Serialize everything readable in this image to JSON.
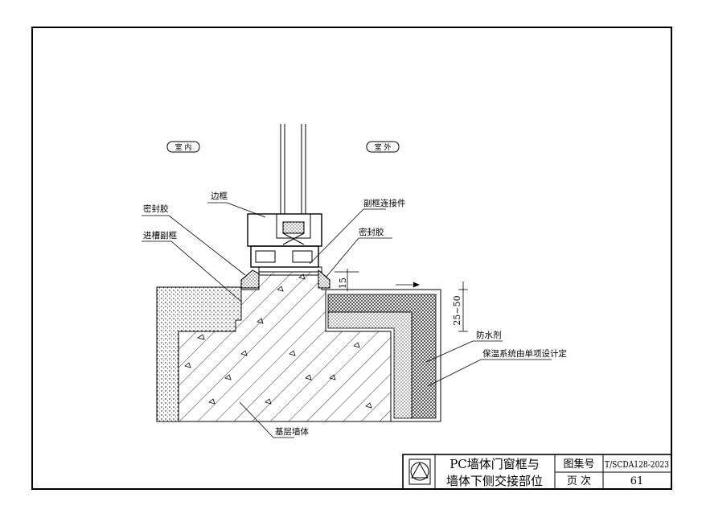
{
  "tags": {
    "indoor": "室 内",
    "outdoor": "室 外"
  },
  "labels": {
    "frame": "边框",
    "sealant_left": "密封胶",
    "groove_subframe": "进槽副框",
    "subframe_connector": "副框连接件",
    "sealant_right": "密封胶",
    "waterproof": "防水剂",
    "insulation": "保温系统由单项设计定",
    "base_wall": "基层墙体"
  },
  "dimensions": {
    "gap": "15",
    "insulation_thickness": "25~50"
  },
  "title_block": {
    "title_line1": "PC墙体门窗框与",
    "title_line2": "墙体下侧交接部位",
    "atlas_label": "图集号",
    "atlas_value": "T/SCDA128-2023",
    "page_label": "页 次",
    "page_value": "61"
  }
}
